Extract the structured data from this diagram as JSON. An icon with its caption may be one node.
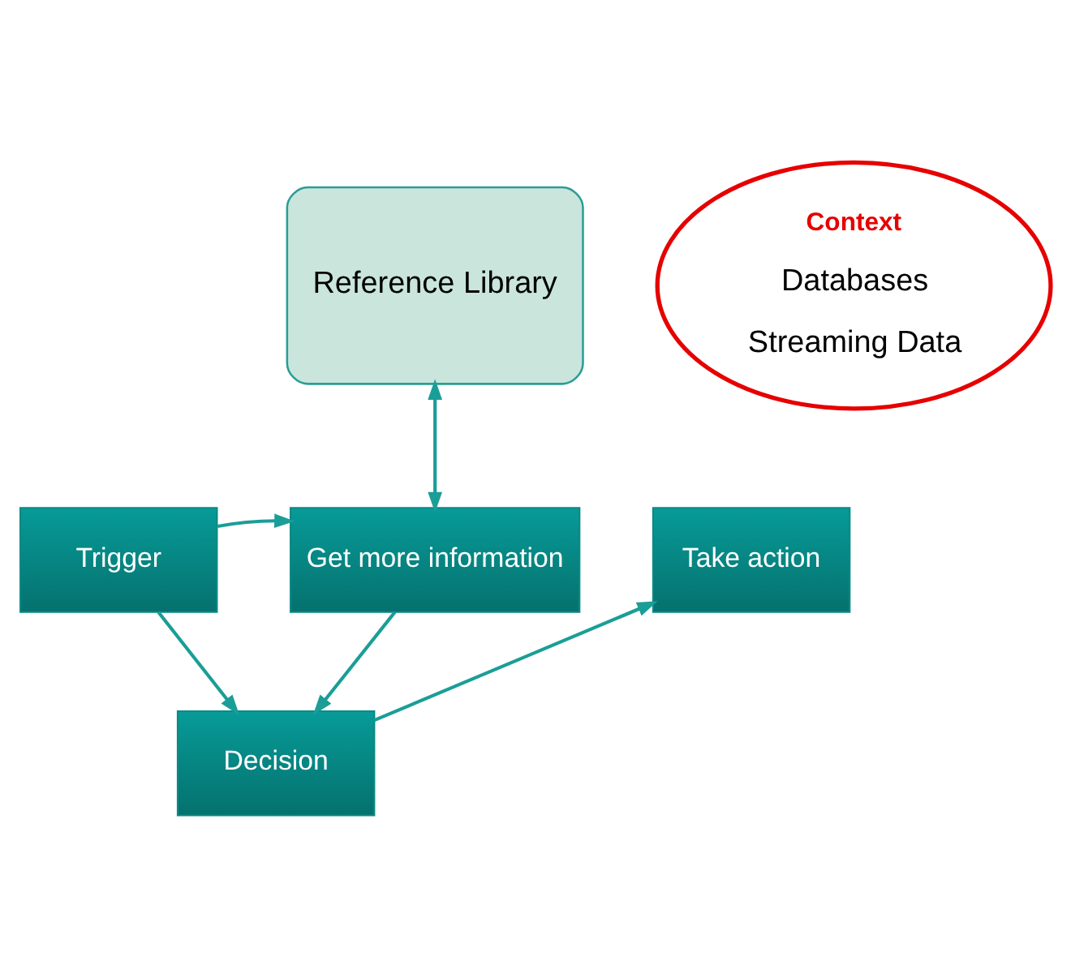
{
  "diagram": {
    "nodes": [
      {
        "text": [
          "Reference Library"
        ]
      },
      {
        "text": [
          "Context",
          "Databases",
          "Streaming Data"
        ]
      },
      {
        "text": [
          "Trigger"
        ]
      },
      {
        "text": [
          "Get more information"
        ]
      },
      {
        "text": [
          "Take action"
        ]
      },
      {
        "text": [
          "Decision"
        ]
      }
    ],
    "edges": [
      {
        "from": 0,
        "to": 3,
        "arrow": "both"
      },
      {
        "from": 2,
        "to": 3,
        "arrow": "to"
      },
      {
        "from": 2,
        "to": 5,
        "arrow": "to"
      },
      {
        "from": 3,
        "to": 5,
        "arrow": "to"
      },
      {
        "from": 5,
        "to": 4,
        "arrow": "to"
      }
    ]
  }
}
